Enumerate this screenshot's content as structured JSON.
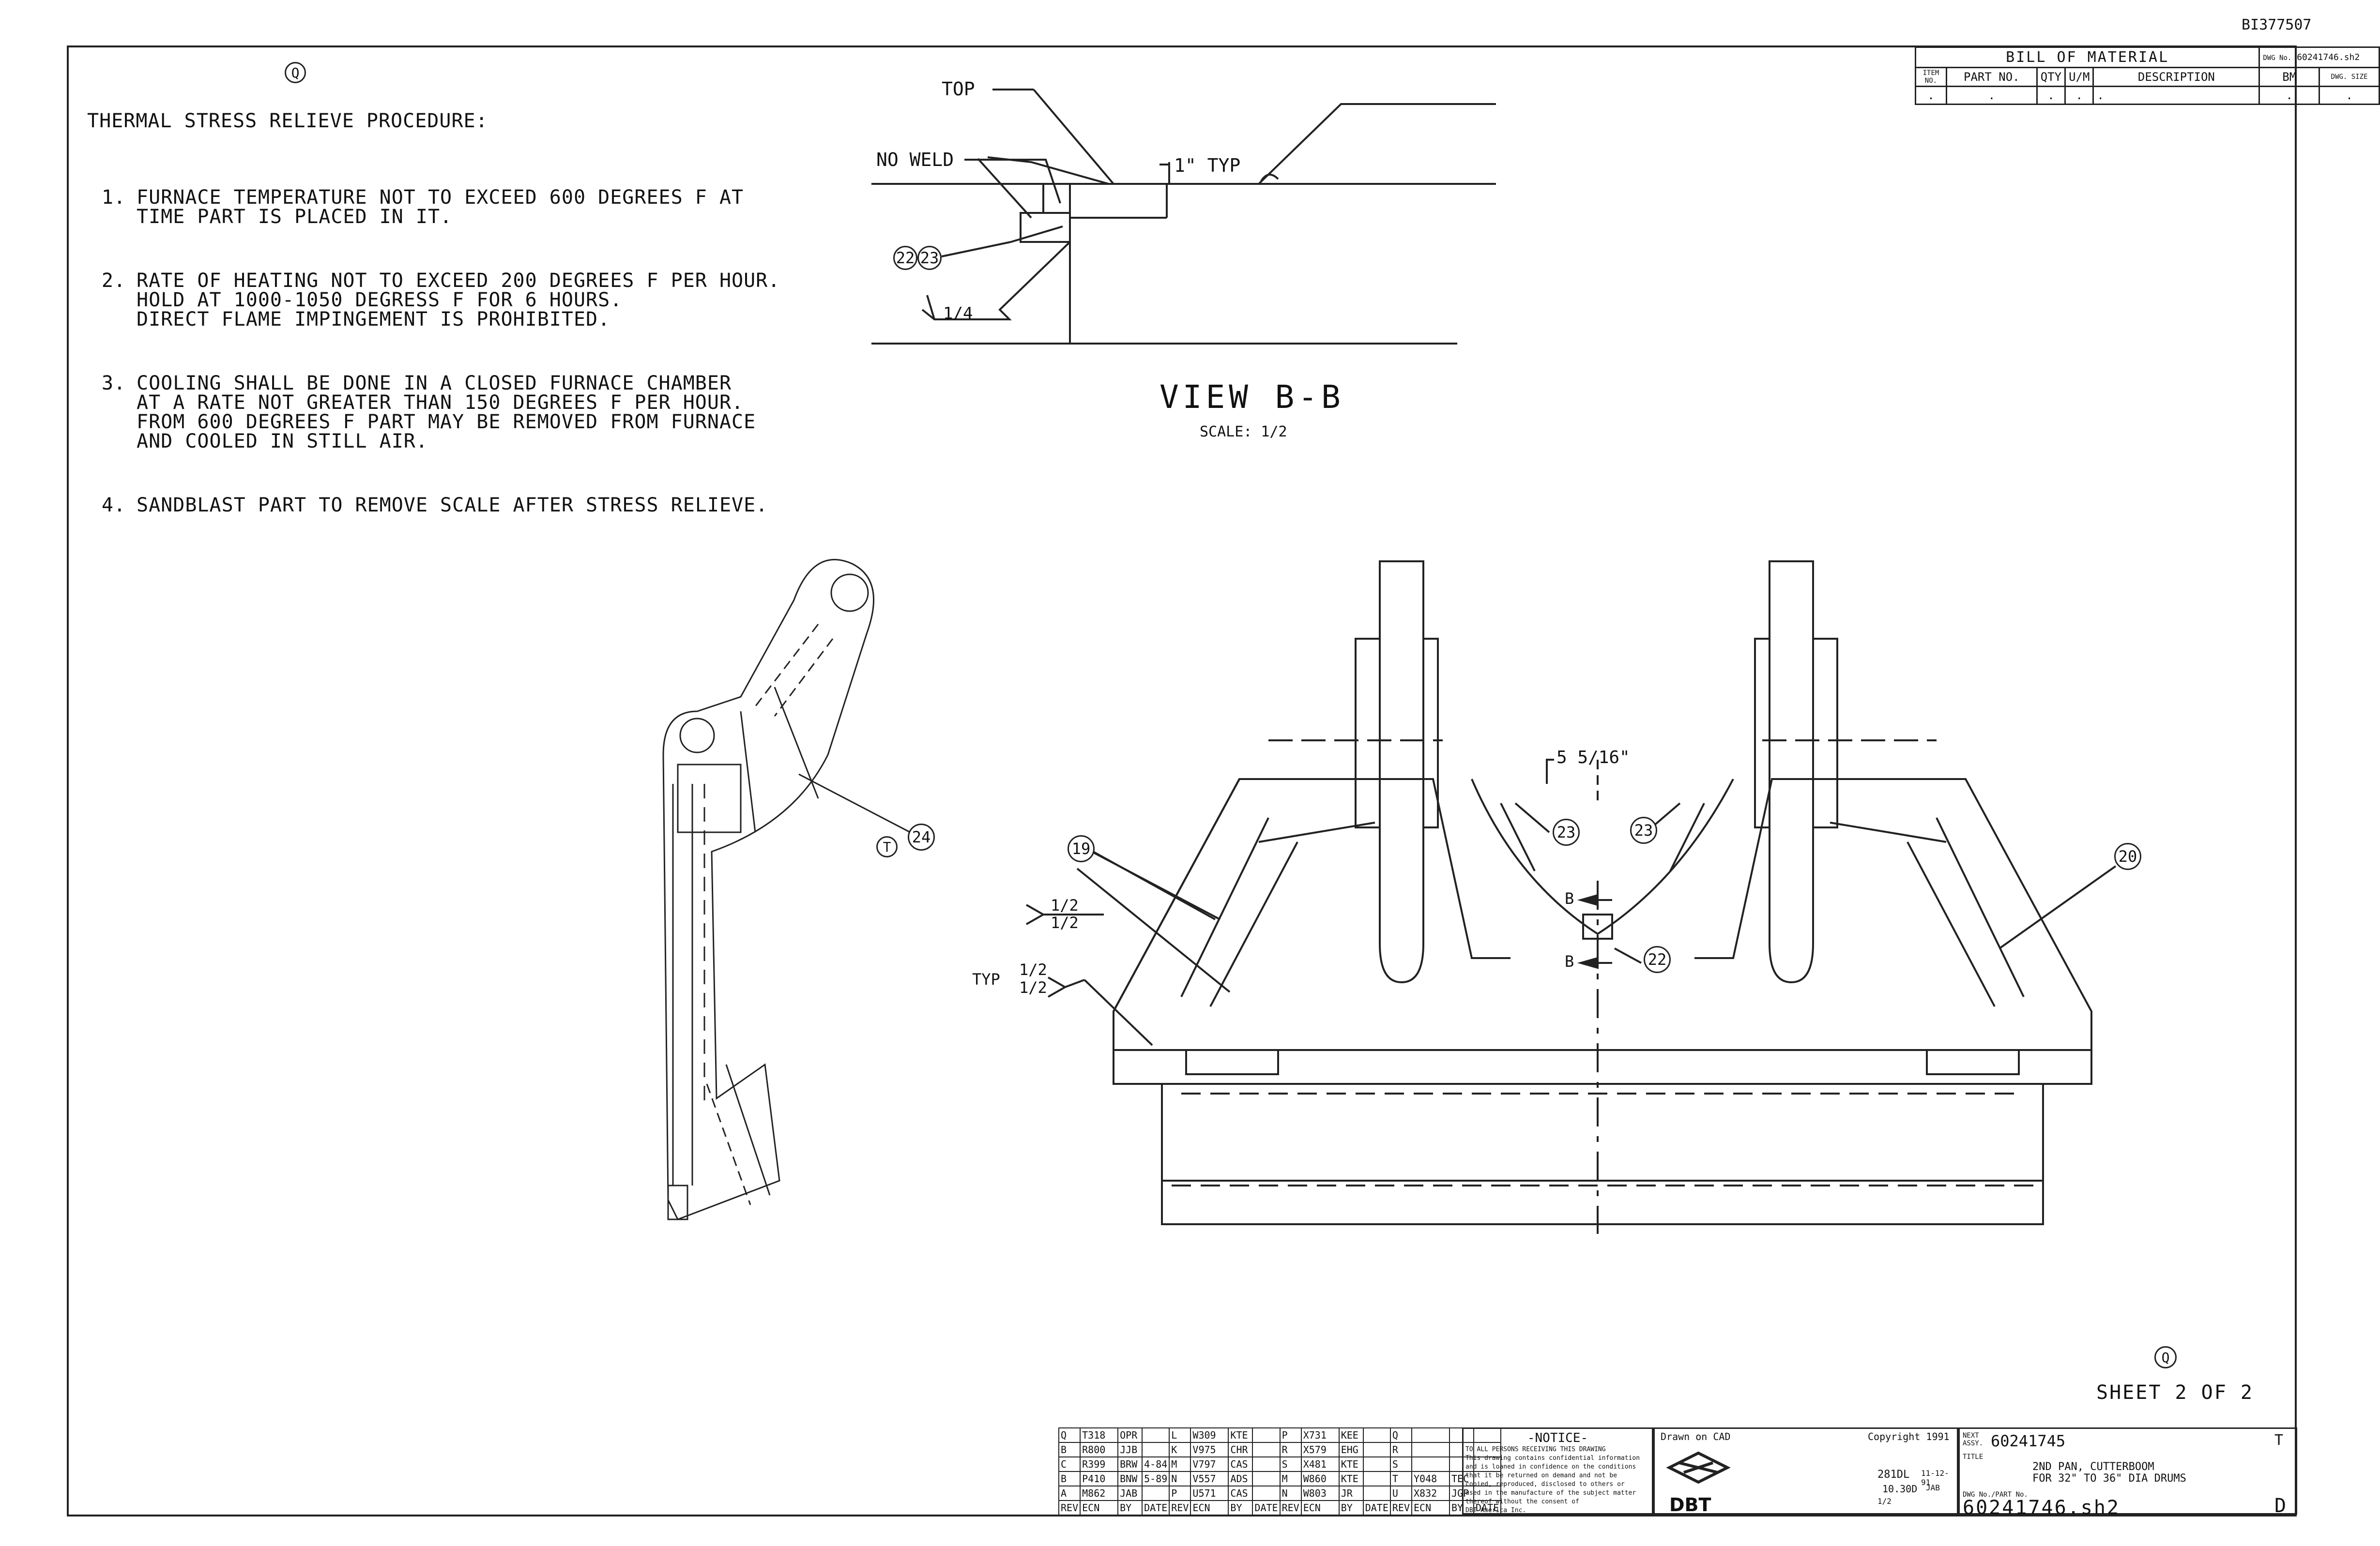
{
  "doc_number": "BI377507",
  "note_ref": "Q",
  "notes": {
    "title": "THERMAL STRESS RELIEVE PROCEDURE:",
    "items": [
      {
        "num": "1.",
        "text": "FURNACE TEMPERATURE NOT TO EXCEED 600 DEGREES F AT\nTIME PART IS PLACED IN IT."
      },
      {
        "num": "2.",
        "text": "RATE OF HEATING NOT TO EXCEED 200 DEGREES F PER HOUR.\nHOLD AT 1000-1050 DEGRESS F FOR 6 HOURS.\nDIRECT FLAME IMPINGEMENT IS PROHIBITED."
      },
      {
        "num": "3.",
        "text": "COOLING SHALL BE DONE IN A CLOSED FURNACE CHAMBER\nAT A RATE NOT GREATER THAN 150 DEGREES F PER HOUR.\nFROM 600 DEGREES F PART MAY BE REMOVED FROM FURNACE\nAND COOLED IN STILL AIR."
      },
      {
        "num": "4.",
        "text": "SANDBLAST PART TO REMOVE SCALE AFTER STRESS RELIEVE."
      }
    ]
  },
  "view_bb": {
    "top_label": "TOP",
    "no_weld_label": "NO WELD",
    "typ_label": "1\" TYP",
    "weld_size": "1/4",
    "balloons": [
      "22",
      "23"
    ],
    "title": "VIEW B-B",
    "scale": "SCALE: 1/2"
  },
  "main_view": {
    "weld_note": "5 5/16\"",
    "weld_a_top": "1/2",
    "weld_a_bot": "1/2",
    "weld_b_top": "1/2",
    "weld_b_bot": "1/2",
    "typ": "TYP",
    "section_label": "B",
    "balloons": {
      "b19": "19",
      "b20": "20",
      "b22": "22",
      "b23a": "23",
      "b23b": "23",
      "b24": "24",
      "rt": "T"
    }
  },
  "sheet_ref": "Q",
  "sheet": "SHEET 2 OF 2",
  "bom": {
    "title": "BILL OF MATERIAL",
    "dwg_label": "DWG No.",
    "dwg_no": "60241746.sh2",
    "headers": [
      "ITEM NO.",
      "PART NO.",
      "QTY",
      "U/M",
      "DESCRIPTION",
      "BM",
      "DWG. SIZE"
    ],
    "row": [
      ".",
      ".",
      ".",
      ".",
      ".",
      ".",
      "."
    ]
  },
  "revisions": {
    "rows": [
      [
        "Q",
        "T318",
        "OPR",
        "",
        "L",
        "W309",
        "KTE",
        "",
        "P",
        "X731",
        "KEE",
        "",
        "Q",
        "",
        "",
        ""
      ],
      [
        "B",
        "R800",
        "JJB",
        "",
        "K",
        "V975",
        "CHR",
        "",
        "R",
        "X579",
        "EHG",
        "",
        "R",
        "",
        "",
        ""
      ],
      [
        "C",
        "R399",
        "BRW",
        "4-84",
        "M",
        "V797",
        "CAS",
        "",
        "S",
        "X481",
        "KTE",
        "",
        "S",
        "",
        "",
        ""
      ],
      [
        "B",
        "P410",
        "BNW",
        "5-89",
        "N",
        "V557",
        "ADS",
        "",
        "M",
        "W860",
        "KTE",
        "",
        "T",
        "Y048",
        "TEC",
        ""
      ],
      [
        "A",
        "M862",
        "JAB",
        "",
        "P",
        "U571",
        "CAS",
        "",
        "N",
        "W803",
        "JR",
        "",
        "U",
        "X832",
        "JGP",
        ""
      ]
    ],
    "footer": [
      "REV",
      "ECN",
      "BY",
      "DATE",
      "REV",
      "ECN",
      "BY",
      "DATE",
      "REV",
      "ECN",
      "BY",
      "DATE",
      "REV",
      "ECN",
      "BY",
      "DATE"
    ]
  },
  "notice": {
    "title": "-NOTICE-",
    "text": "TO ALL PERSONS RECEIVING THIS DRAWING\nThis drawing contains confidential information\nand is loaned in confidence on the conditions\nthat it be returned on demand and not be\ncopied, reproduced, disclosed to others or\nused in the manufacture of the subject matter\nthereof without the consent of\nDBT America Inc."
  },
  "title_block": {
    "drawn_on": "Drawn on CAD",
    "copyright": "Copyright 1991",
    "logo": "DBT",
    "next_assy_label": "NEXT ASSY.",
    "next_assy": "60241745",
    "type": "T",
    "title_label": "TITLE",
    "title_line1": "2ND PAN, CUTTERBOOM",
    "title_line2": "FOR 32\" TO 36\" DIA DRUMS",
    "drawn_by": "281DL",
    "date": "11-12-91",
    "scale": "1/2",
    "checked": "10.30D",
    "approved": "JAB",
    "dwg_label": "DWG No./PART No.",
    "dwg_no": "60241746.sh2",
    "size": "D"
  }
}
